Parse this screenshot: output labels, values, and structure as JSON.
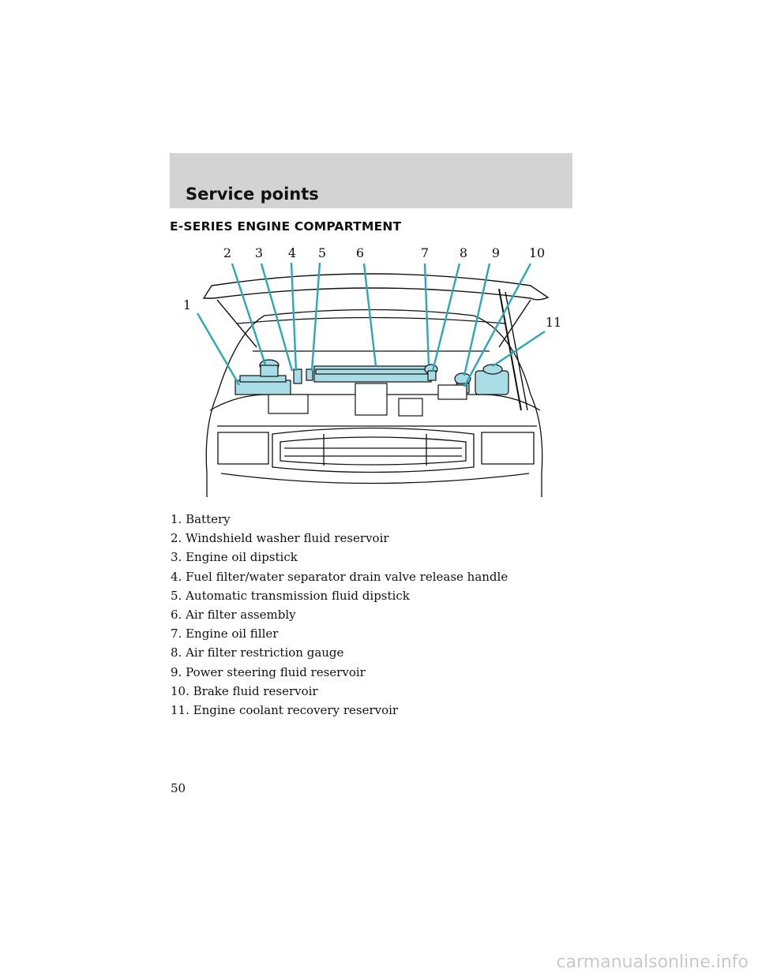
{
  "header": {
    "title": "Service points"
  },
  "section_title": "E-SERIES ENGINE COMPARTMENT",
  "callouts": [
    "1",
    "2",
    "3",
    "4",
    "5",
    "6",
    "7",
    "8",
    "9",
    "10",
    "11"
  ],
  "legend": [
    "1. Battery",
    "2. Windshield washer fluid reservoir",
    "3. Engine oil dipstick",
    "4. Fuel filter/water separator drain valve release handle",
    "5. Automatic transmission fluid dipstick",
    "6. Air filter assembly",
    "7. Engine oil filler",
    "8. Air filter restriction gauge",
    "9. Power steering fluid reservoir",
    "10. Brake fluid reservoir",
    "11. Engine coolant recovery reservoir"
  ],
  "page_number": "50",
  "watermark": "carmanualsonline.info",
  "colors": {
    "highlight": "#a8dde6",
    "callout_line": "#2aa8b8",
    "header_band": "#d3d3d3"
  }
}
